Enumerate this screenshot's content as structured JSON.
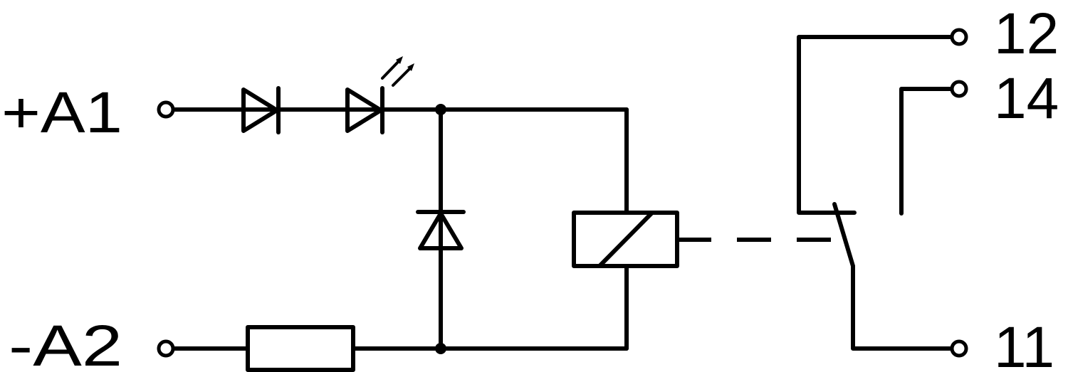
{
  "labels": {
    "terminal_a1": "+A1",
    "terminal_a2": "-A2",
    "contact_12": "12",
    "contact_14": "14",
    "contact_11": "11"
  }
}
